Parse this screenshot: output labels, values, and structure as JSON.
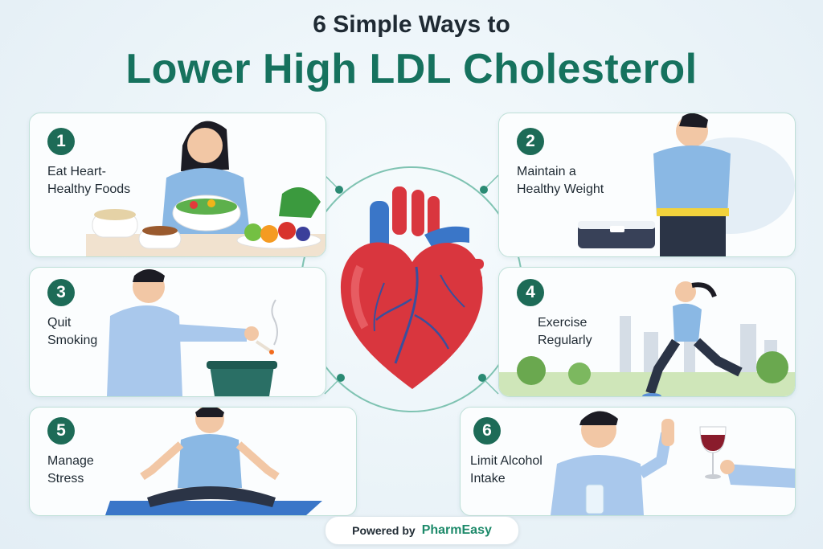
{
  "title": {
    "line1": "6 Simple Ways to",
    "line2": "Lower High LDL Cholesterol"
  },
  "tips": [
    {
      "number": "1",
      "label_lines": [
        "Eat Heart-",
        "Healthy Foods"
      ]
    },
    {
      "number": "2",
      "label_lines": [
        "Maintain a",
        "Healthy Weight"
      ]
    },
    {
      "number": "3",
      "label_lines": [
        "Quit",
        "Smoking"
      ]
    },
    {
      "number": "4",
      "label_lines": [
        "Exercise",
        "Regularly"
      ]
    },
    {
      "number": "5",
      "label_lines": [
        "Manage",
        "Stress"
      ]
    },
    {
      "number": "6",
      "label_lines": [
        "Limit Alcohol",
        "Intake"
      ]
    }
  ],
  "footer": {
    "powered_by": "Powered by",
    "brand": "PharmEasy"
  },
  "colors": {
    "accent": "#16725e",
    "badge": "#1d6b57",
    "heart": "#d9363e",
    "vessel_blue": "#3a76c8"
  },
  "icons": [
    "heart-illustration",
    "food-bowl-illustration",
    "scale-illustration",
    "cigarette-bin-illustration",
    "runner-illustration",
    "meditation-illustration",
    "wine-glass-illustration"
  ]
}
